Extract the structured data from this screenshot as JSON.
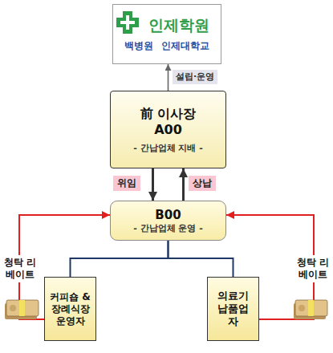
{
  "diagram": {
    "nodes": [
      {
        "text": [
          "인제학원",
          "백병원 인제대학교"
        ]
      },
      {
        "text": [
          "前 이사장 A00",
          "- 간납업체 지배 -"
        ]
      },
      {
        "text": [
          "B00",
          "- 간납업체 운영 -"
        ]
      },
      {
        "text": [
          "커피숍 & 장례식장 운영자"
        ]
      },
      {
        "text": [
          "의료기 납품업자"
        ]
      }
    ],
    "edges": [
      {
        "from": 1,
        "to": 0,
        "label": "설립·운영",
        "arrow": "to"
      },
      {
        "from": 1,
        "to": 2,
        "label": "위임",
        "arrow": "to"
      },
      {
        "from": 2,
        "to": 1,
        "label": "상납",
        "arrow": "to"
      },
      {
        "from": 2,
        "to": 3,
        "arrow": "none"
      },
      {
        "from": 2,
        "to": 4,
        "arrow": "none"
      },
      {
        "from": 3,
        "to": 2,
        "label": "청탁 리베이트",
        "arrow": "to"
      },
      {
        "from": 4,
        "to": 2,
        "label": "청탁 리베이트",
        "arrow": "to"
      }
    ]
  }
}
